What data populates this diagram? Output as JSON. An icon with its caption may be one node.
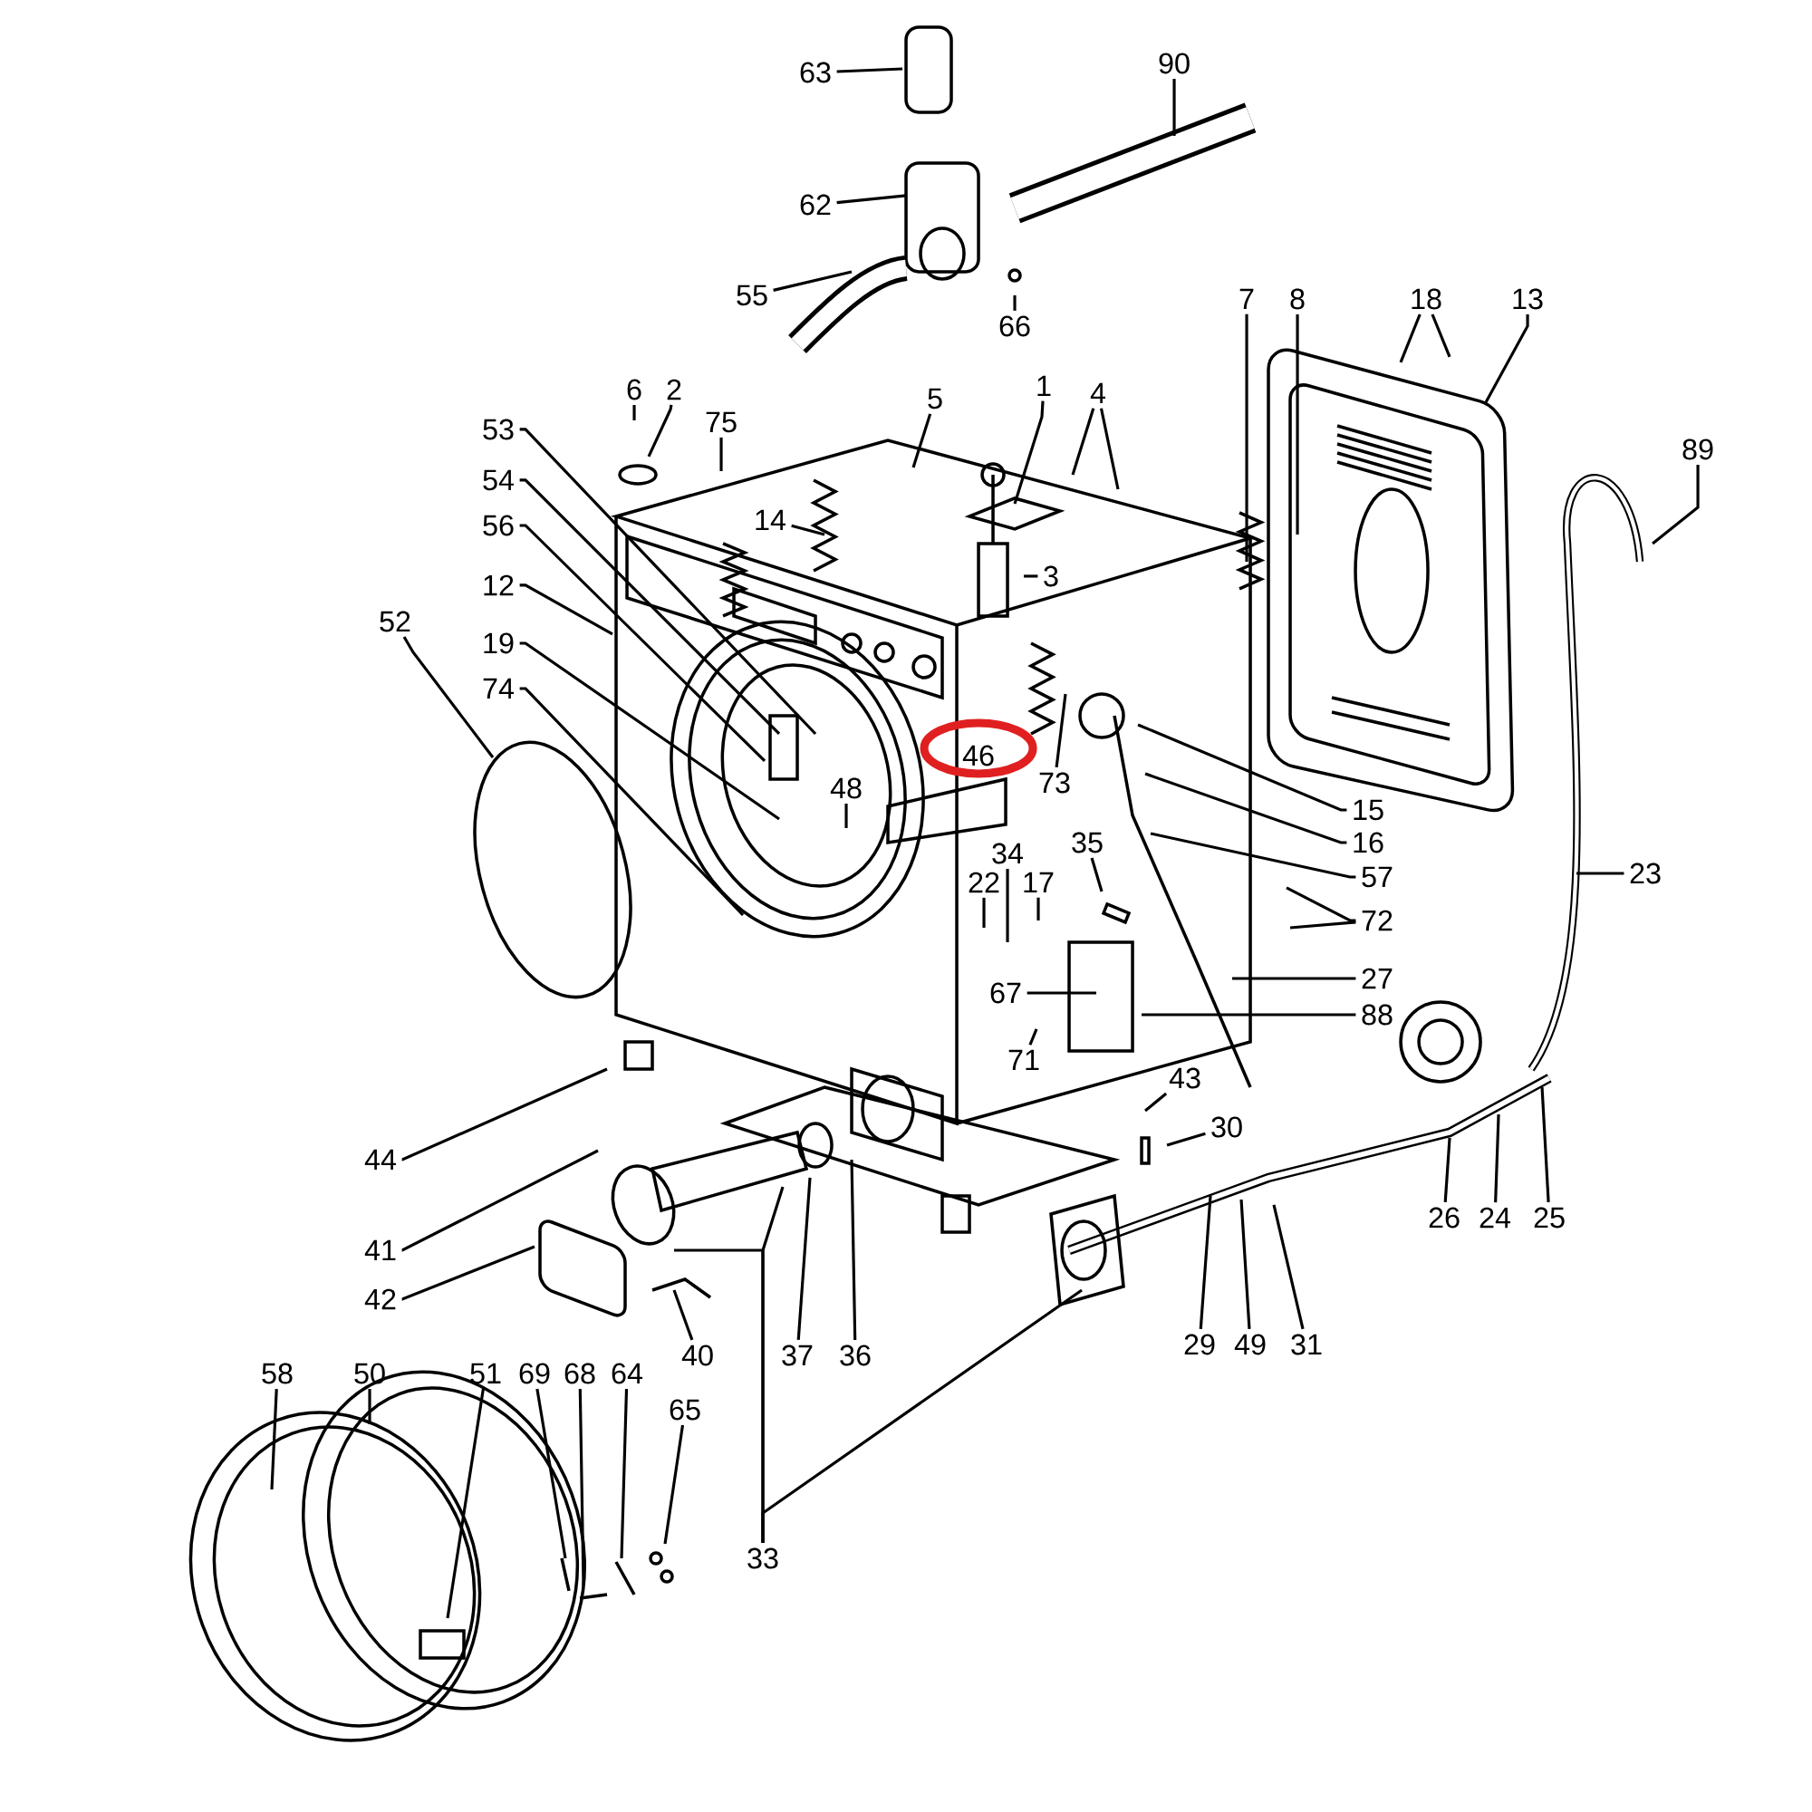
{
  "diagram": {
    "nodes": [
      {
        "text": [
          "63"
        ]
      },
      {
        "text": [
          "90"
        ]
      },
      {
        "text": [
          "62"
        ]
      },
      {
        "text": [
          "55"
        ]
      },
      {
        "text": [
          "66"
        ]
      },
      {
        "text": [
          "7"
        ]
      },
      {
        "text": [
          "8"
        ]
      },
      {
        "text": [
          "18"
        ]
      },
      {
        "text": [
          "13"
        ]
      },
      {
        "text": [
          "6"
        ]
      },
      {
        "text": [
          "2"
        ]
      },
      {
        "text": [
          "5"
        ]
      },
      {
        "text": [
          "1"
        ]
      },
      {
        "text": [
          "4"
        ]
      },
      {
        "text": [
          "75"
        ]
      },
      {
        "text": [
          "53"
        ]
      },
      {
        "text": [
          "89"
        ]
      },
      {
        "text": [
          "54"
        ]
      },
      {
        "text": [
          "14"
        ]
      },
      {
        "text": [
          "56"
        ]
      },
      {
        "text": [
          "3"
        ]
      },
      {
        "text": [
          "12"
        ]
      },
      {
        "text": [
          "52"
        ]
      },
      {
        "text": [
          "19"
        ]
      },
      {
        "text": [
          "74"
        ]
      },
      {
        "text": [
          "48"
        ]
      },
      {
        "text": [
          "73"
        ]
      },
      {
        "text": [
          "15"
        ]
      },
      {
        "text": [
          "16"
        ]
      },
      {
        "text": [
          "35"
        ]
      },
      {
        "text": [
          "34"
        ]
      },
      {
        "text": [
          "23"
        ]
      },
      {
        "text": [
          "57"
        ]
      },
      {
        "text": [
          "22"
        ]
      },
      {
        "text": [
          "17"
        ]
      },
      {
        "text": [
          "72"
        ]
      },
      {
        "text": [
          "27"
        ]
      },
      {
        "text": [
          "67"
        ]
      },
      {
        "text": [
          "88"
        ]
      },
      {
        "text": [
          "71"
        ]
      },
      {
        "text": [
          "43"
        ]
      },
      {
        "text": [
          "30"
        ]
      },
      {
        "text": [
          "44"
        ]
      },
      {
        "text": [
          "26"
        ]
      },
      {
        "text": [
          "24"
        ]
      },
      {
        "text": [
          "25"
        ]
      },
      {
        "text": [
          "41"
        ]
      },
      {
        "text": [
          "42"
        ]
      },
      {
        "text": [
          "29"
        ]
      },
      {
        "text": [
          "49"
        ]
      },
      {
        "text": [
          "31"
        ]
      },
      {
        "text": [
          "40"
        ]
      },
      {
        "text": [
          "37"
        ]
      },
      {
        "text": [
          "36"
        ]
      },
      {
        "text": [
          "58"
        ]
      },
      {
        "text": [
          "50"
        ]
      },
      {
        "text": [
          "51"
        ]
      },
      {
        "text": [
          "69"
        ]
      },
      {
        "text": [
          "68"
        ]
      },
      {
        "text": [
          "64"
        ]
      },
      {
        "text": [
          "65"
        ]
      },
      {
        "text": [
          "33"
        ]
      }
    ],
    "edges": [
      {
        "from": 0,
        "to": null,
        "arrow": "none"
      },
      {
        "from": 1,
        "to": null,
        "arrow": "none"
      },
      {
        "from": 2,
        "to": null,
        "arrow": "none"
      },
      {
        "from": 3,
        "to": null,
        "arrow": "none"
      },
      {
        "from": 4,
        "to": null,
        "arrow": "none"
      },
      {
        "from": 5,
        "to": null,
        "arrow": "none"
      },
      {
        "from": 6,
        "to": null,
        "arrow": "none"
      },
      {
        "from": 7,
        "to": null,
        "arrow": "none"
      },
      {
        "from": 7,
        "to": null,
        "arrow": "none"
      },
      {
        "from": 8,
        "to": null,
        "arrow": "none"
      },
      {
        "from": 9,
        "to": null,
        "arrow": "none"
      },
      {
        "from": 10,
        "to": null,
        "arrow": "none"
      },
      {
        "from": 11,
        "to": null,
        "arrow": "none"
      },
      {
        "from": 12,
        "to": null,
        "arrow": "none"
      },
      {
        "from": 13,
        "to": null,
        "arrow": "none"
      },
      {
        "from": 13,
        "to": null,
        "arrow": "none"
      },
      {
        "from": 14,
        "to": null,
        "arrow": "none"
      },
      {
        "from": 15,
        "to": null,
        "arrow": "none"
      },
      {
        "from": 16,
        "to": null,
        "arrow": "none"
      },
      {
        "from": 17,
        "to": null,
        "arrow": "none"
      },
      {
        "from": 18,
        "to": null,
        "arrow": "none"
      },
      {
        "from": 19,
        "to": null,
        "arrow": "none"
      },
      {
        "from": 20,
        "to": null,
        "arrow": "none"
      },
      {
        "from": 21,
        "to": null,
        "arrow": "none"
      },
      {
        "from": 22,
        "to": null,
        "arrow": "none"
      },
      {
        "from": 23,
        "to": null,
        "arrow": "none"
      },
      {
        "from": 24,
        "to": null,
        "arrow": "none"
      },
      {
        "from": 25,
        "to": null,
        "arrow": "none"
      },
      {
        "from": 26,
        "to": null,
        "arrow": "none"
      },
      {
        "from": 27,
        "to": null,
        "arrow": "none"
      },
      {
        "from": 28,
        "to": null,
        "arrow": "none"
      },
      {
        "from": 29,
        "to": null,
        "arrow": "none"
      },
      {
        "from": 30,
        "to": null,
        "arrow": "none"
      },
      {
        "from": 31,
        "to": null,
        "arrow": "none"
      },
      {
        "from": 32,
        "to": null,
        "arrow": "none"
      },
      {
        "from": 33,
        "to": null,
        "arrow": "none"
      },
      {
        "from": 34,
        "to": null,
        "arrow": "none"
      },
      {
        "from": 35,
        "to": null,
        "arrow": "none"
      },
      {
        "from": 35,
        "to": null,
        "arrow": "none"
      },
      {
        "from": 36,
        "to": null,
        "arrow": "none"
      },
      {
        "from": 37,
        "to": null,
        "arrow": "none"
      },
      {
        "from": 38,
        "to": null,
        "arrow": "none"
      },
      {
        "from": 39,
        "to": null,
        "arrow": "none"
      },
      {
        "from": 40,
        "to": null,
        "arrow": "none"
      },
      {
        "from": 41,
        "to": null,
        "arrow": "none"
      },
      {
        "from": 42,
        "to": null,
        "arrow": "none"
      },
      {
        "from": 43,
        "to": null,
        "arrow": "none"
      },
      {
        "from": 44,
        "to": null,
        "arrow": "none"
      },
      {
        "from": 45,
        "to": null,
        "arrow": "none"
      },
      {
        "from": 46,
        "to": null,
        "arrow": "none"
      },
      {
        "from": 47,
        "to": null,
        "arrow": "none"
      },
      {
        "from": 48,
        "to": null,
        "arrow": "none"
      },
      {
        "from": 49,
        "to": null,
        "arrow": "none"
      },
      {
        "from": 50,
        "to": null,
        "arrow": "none"
      },
      {
        "from": 51,
        "to": null,
        "arrow": "none"
      },
      {
        "from": 52,
        "to": null,
        "arrow": "none"
      },
      {
        "from": 53,
        "to": null,
        "arrow": "none"
      },
      {
        "from": 54,
        "to": null,
        "arrow": "none"
      },
      {
        "from": 55,
        "to": null,
        "arrow": "none"
      },
      {
        "from": 56,
        "to": null,
        "arrow": "none"
      },
      {
        "from": 57,
        "to": null,
        "arrow": "none"
      },
      {
        "from": 58,
        "to": null,
        "arrow": "none"
      },
      {
        "from": 59,
        "to": null,
        "arrow": "none"
      },
      {
        "from": 60,
        "to": null,
        "arrow": "none"
      },
      {
        "from": 61,
        "to": null,
        "arrow": "none"
      },
      {
        "from": 61,
        "to": null,
        "arrow": "none"
      },
      {
        "from": 61,
        "to": null,
        "arrow": "none"
      }
    ],
    "labels": [
      "46"
    ]
  }
}
